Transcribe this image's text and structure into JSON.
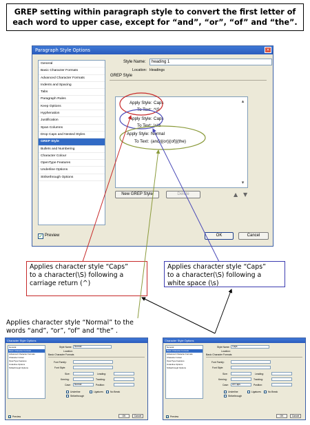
{
  "header": {
    "line1": "GREP setting within paragraph style to convert the first letter of",
    "line2": "each word to upper case, except for “and”, “or”, “of” and “the”."
  },
  "paragraph_dialog": {
    "title": "Paragraph Style Options",
    "style_name_label": "Style Name:",
    "style_name_value": "heading 1",
    "location_label": "Location:",
    "location_value": "Headings",
    "section_title": "GREP Style",
    "sidebar": [
      "General",
      "Basic Character Formats",
      "Advanced Character Formats",
      "Indents and Spacing",
      "Tabs",
      "Paragraph Rules",
      "Keep Options",
      "Hyphenation",
      "Justification",
      "Span Columns",
      "Drop Caps and Nested Styles",
      "GREP Style",
      "Bullets and Numbering",
      "Character Colour",
      "OpenType Features",
      "Underline Options",
      "Strikethrough Options"
    ],
    "selected_sidebar": "GREP Style",
    "grep_rules": [
      {
        "apply_label": "Apply Style:",
        "apply_value": "Caps",
        "text_label": "To Text:",
        "text_value": "^\\S"
      },
      {
        "apply_label": "Apply Style:",
        "apply_value": "Caps",
        "text_label": "To Text:",
        "text_value": "\\s\\S"
      },
      {
        "apply_label": "Apply Style:",
        "apply_value": "Normal",
        "text_label": "To Text:",
        "text_value": "(and)|(or)|(of)|(the)"
      }
    ],
    "new_grep_button": "New GREP Style",
    "delete_button": "Delete",
    "up_arrow": "▲",
    "down_arrow": "▼",
    "preview_label": "Preview",
    "ok_button": "OK",
    "cancel_button": "Cancel"
  },
  "callouts": {
    "red_line1": "Applies character style “Caps”",
    "red_line2": "to a character(\\S) following a",
    "red_line3": "carriage return (^)",
    "purple_line1": "Applies character style “Caps”",
    "purple_line2": "to a character(\\S) following a",
    "purple_line3": "white space (\\s)",
    "normal_line1": "Applies character style “Normal” to the",
    "normal_line2": "words  “and”, “or”, “of” and “the” ."
  },
  "mini_dialogs": {
    "left": {
      "title": "Character Style Options",
      "style_name_label": "Style Name:",
      "style_name_value": "Normal",
      "location_label": "Location:",
      "section_title": "Basic Character Formats",
      "case_value": "Normal",
      "ok_button": "OK",
      "cancel_button": "Cancel",
      "preview_label": "Preview"
    },
    "right": {
      "title": "Character Style Options",
      "style_name_label": "Style Name:",
      "style_name_value": "Caps",
      "location_label": "Location:",
      "section_title": "Basic Character Formats",
      "case_value": "All Caps",
      "ok_button": "OK",
      "cancel_button": "Cancel",
      "preview_label": "Preview"
    },
    "sidebar": [
      "General",
      "Basic Character Formats",
      "Advanced Character Formats",
      "Character Colour",
      "OpenType Features",
      "Underline Options",
      "Strikethrough Options"
    ],
    "field_labels": {
      "font_family": "Font Family:",
      "font_style": "Font Style:",
      "size": "Size:",
      "kerning": "Kerning:",
      "case": "Case:",
      "leading": "Leading:",
      "tracking": "Tracking:",
      "position": "Position:",
      "underline": "Underline",
      "ligatures": "Ligatures",
      "no_break": "No Break",
      "strikethrough": "Strikethrough"
    }
  },
  "colors": {
    "red_annotation": "#c62828",
    "purple_annotation": "#4a4ab8",
    "green_annotation": "#8a9a3a",
    "black_annotation": "#000000",
    "selection_blue": "#316ac5"
  }
}
